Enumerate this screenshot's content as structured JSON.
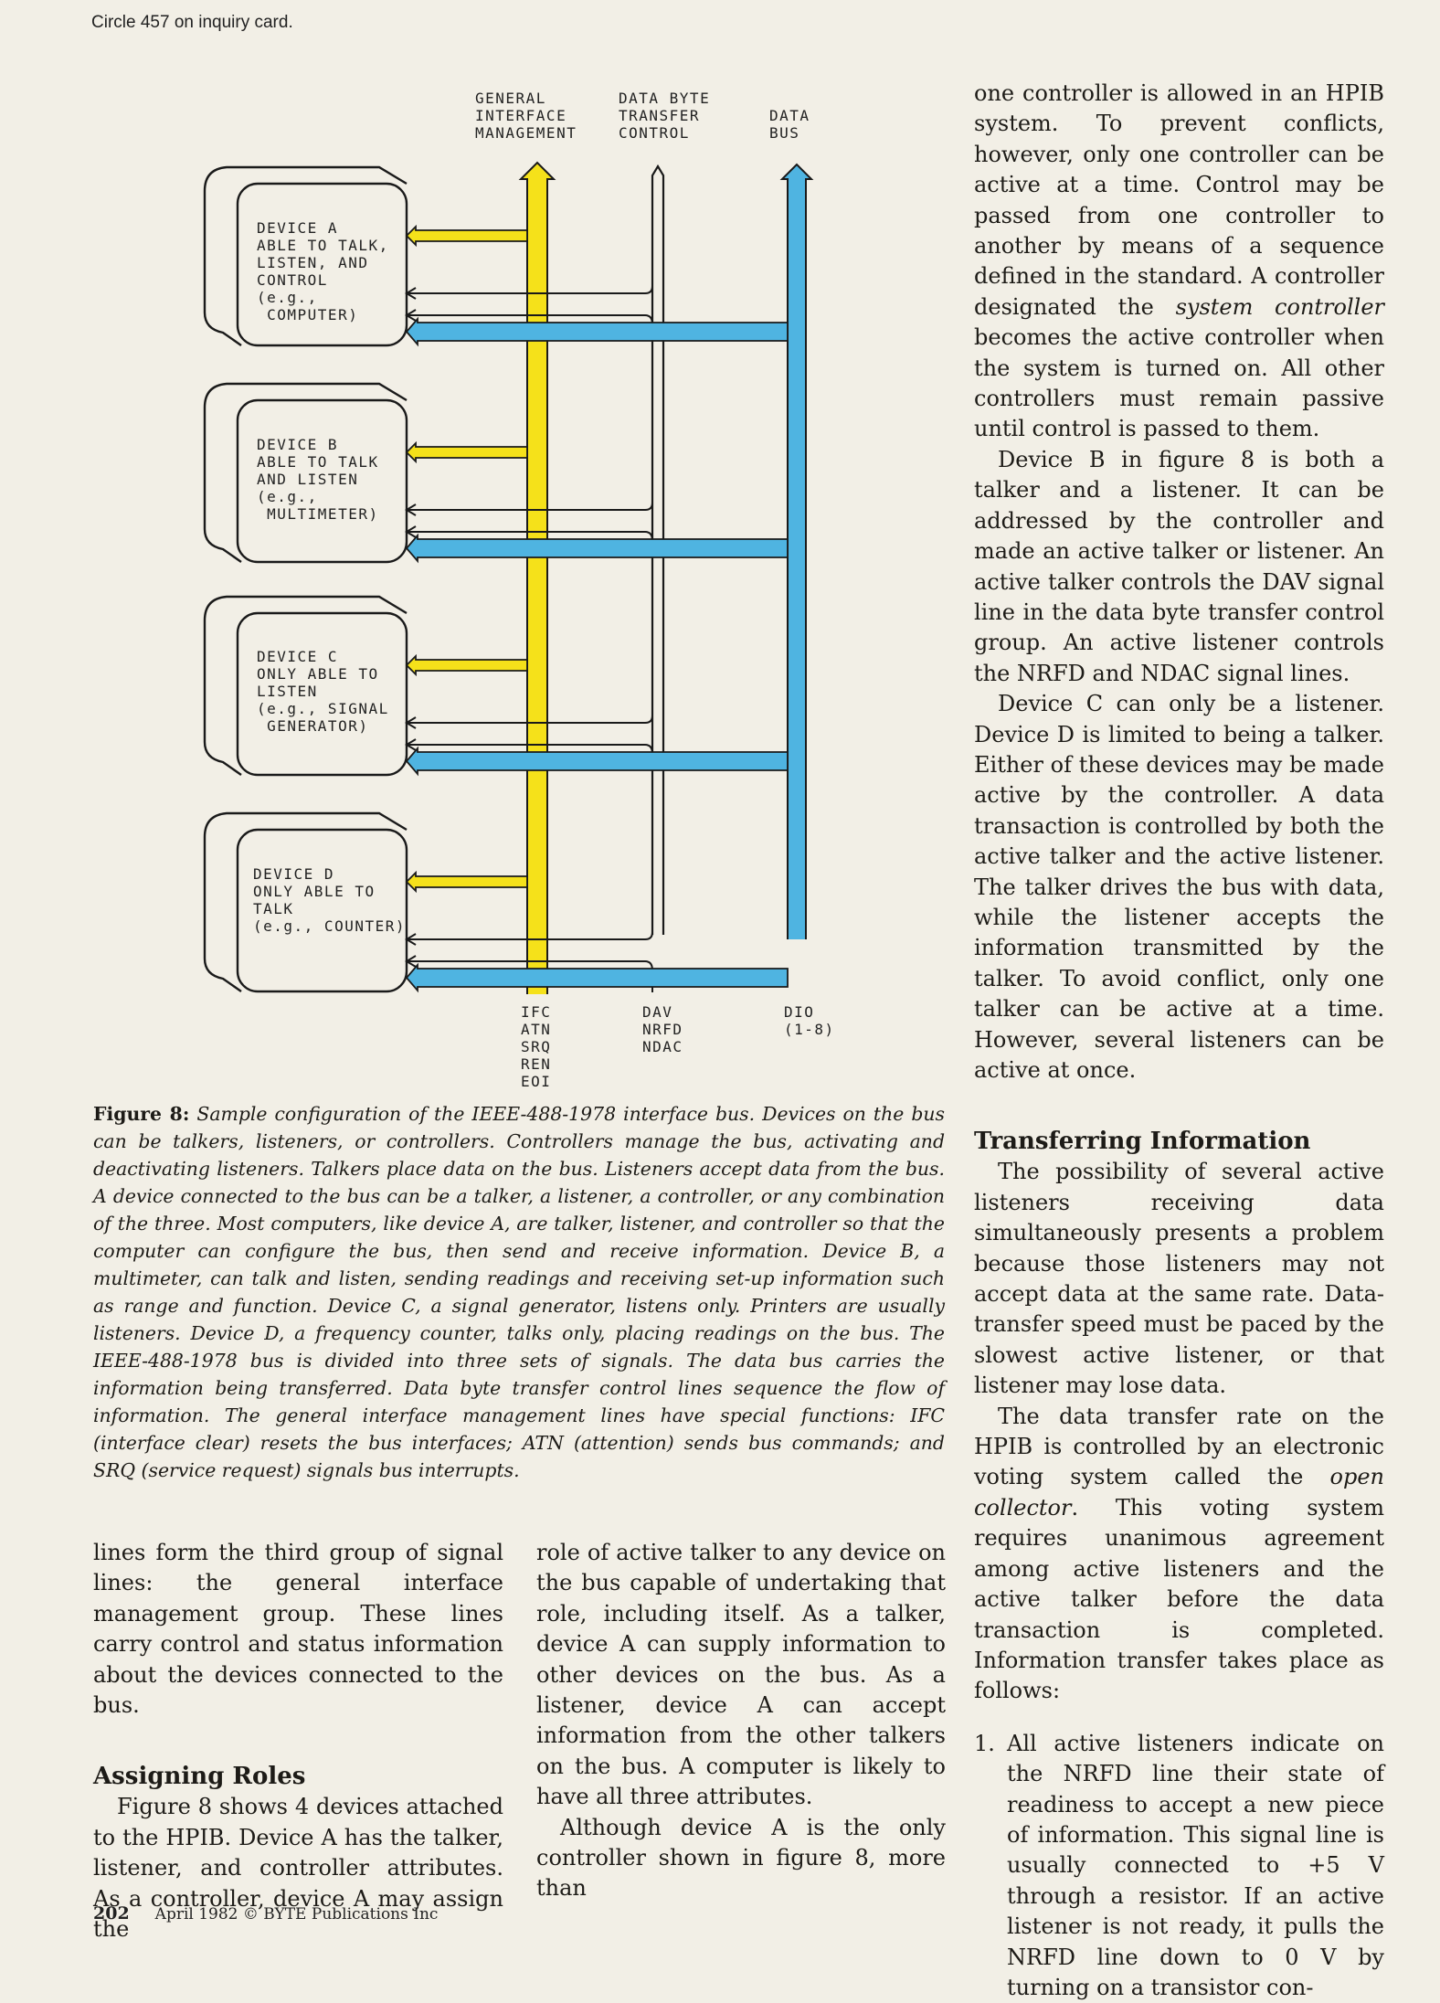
{
  "top_note": "Circle 457 on inquiry card.",
  "figure": {
    "headers": {
      "gim": "GENERAL\nINTERFACE\nMANAGEMENT",
      "dbtc": "DATA BYTE\nTRANSFER\nCONTROL",
      "data_bus": "DATA\nBUS"
    },
    "devices": [
      {
        "label": "DEVICE A\nABLE TO TALK,\nLISTEN, AND\nCONTROL\n(e.g.,\n COMPUTER)"
      },
      {
        "label": "DEVICE B\nABLE TO TALK\nAND LISTEN\n(e.g.,\n MULTIMETER)"
      },
      {
        "label": "DEVICE C\nONLY ABLE TO\nLISTEN\n(e.g., SIGNAL\n GENERATOR)"
      },
      {
        "label": "DEVICE D\nONLY ABLE TO\nTALK\n(e.g., COUNTER)"
      }
    ],
    "signals": {
      "gim": "IFC\nATN\nSRQ\nREN\nEOI",
      "dbtc": "DAV\nNRFD\nNDAC",
      "data_bus": "DIO\n(1-8)"
    },
    "colors": {
      "gim_bus": "#f5e11a",
      "data_bus": "#4fb4e1",
      "line": "#1a1a1a"
    }
  },
  "caption": {
    "label": "Figure 8:",
    "text": "Sample configuration of the IEEE-488-1978 interface bus. Devices on the bus can be talkers, listeners, or controllers. Controllers manage the bus, activating and deactivating listeners. Talkers place data on the bus. Listeners accept data from the bus. A device connected to the bus can be a talker, a listener, a controller, or any combination of the three. Most computers, like device A, are talker, listener, and controller so that the computer can configure the bus, then send and receive information. Device B, a multimeter, can talk and listen, sending readings and receiving set-up information such as range and function. Device C, a signal generator, listens only. Printers are usually listeners. Device D, a frequency counter, talks only, placing readings on the bus. The IEEE-488-1978 bus is divided into three sets of signals. The data bus carries the information being transferred. Data byte transfer control lines sequence the flow of information. The general interface management lines have special functions: IFC (interface clear) resets the bus interfaces; ATN (attention) sends bus commands; and SRQ (service request) signals bus interrupts."
  },
  "col1": {
    "p1": "lines form the third group of signal lines: the general interface management group. These lines carry control and status information about the devices connected to the bus.",
    "heading": "Assigning Roles",
    "p2": "Figure 8 shows 4 devices attached to the HPIB. Device A has the talker, listener, and controller attributes. As a controller, device A may assign the"
  },
  "col2": {
    "p1": "role of active talker to any device on the bus capable of undertaking that role, including itself. As a talker, device A can supply information to other devices on the bus. As a listener, device A can accept information from the other talkers on the bus. A computer is likely to have all three attributes.",
    "p2": "Although device A is the only controller shown in figure 8, more than"
  },
  "col3": {
    "p1_pre": "one controller is allowed in an HPIB system. To prevent conflicts, however, only one controller can be active at a time. Control may be passed from one controller to another by means of a sequence defined in the standard. A controller designated the ",
    "p1_em": "system controller",
    "p1_post": " becomes the active controller when the system is turned on. All other controllers must remain passive until control is passed to them.",
    "p2": "Device B in figure 8 is both a talker and a listener. It can be addressed by the controller and made an active talker or listener. An active talker controls the DAV signal line in the data byte transfer control group. An active listener controls the NRFD and NDAC signal lines.",
    "p3": "Device C can only be a listener. Device D is limited to being a talker. Either of these devices may be made active by the controller. A data transaction is controlled by both the active talker and the active listener. The talker drives the bus with data, while the listener accepts the information transmitted by the talker. To avoid conflict, only one talker can be active at a time. However, several listeners can be active at once.",
    "heading": "Transferring Information",
    "p4": "The possibility of several active listeners receiving data simultaneously presents a problem because those listeners may not accept data at the same rate. Data-transfer speed must be paced by the slowest active listener, or that listener may lose data.",
    "p5_pre": "The data transfer rate on the HPIB is controlled by an electronic voting system called the ",
    "p5_em": "open collector",
    "p5_post": ". This voting system requires unanimous agreement among active listeners and the active talker before the data transaction is completed. Information transfer takes place as follows:",
    "list": [
      {
        "num": "1.",
        "text": "All active listeners indicate on the NRFD line their state of readiness to accept a new piece of information. This signal line is usually connected to +5 V through a resistor. If an active listener is not ready, it pulls the NRFD line down to 0 V by turning on a transistor con-"
      }
    ]
  },
  "footer": {
    "page": "202",
    "text": "April 1982 © BYTE Publications Inc"
  }
}
